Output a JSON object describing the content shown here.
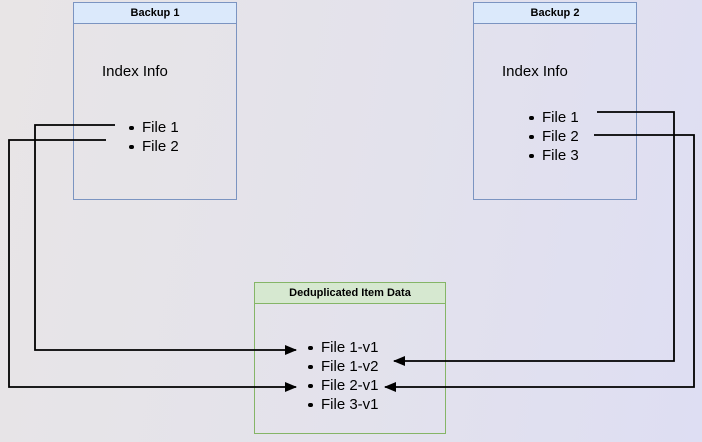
{
  "diagram": {
    "backup1": {
      "title": "Backup 1",
      "body_label": "Index Info",
      "items": [
        "File 1",
        "File 2"
      ]
    },
    "backup2": {
      "title": "Backup 2",
      "body_label": "Index Info",
      "items": [
        "File 1",
        "File 2",
        "File 3"
      ]
    },
    "dedup": {
      "title": "Deduplicated Item Data",
      "items": [
        "File 1-v1",
        "File 1-v2",
        "File 2-v1",
        "File 3-v1"
      ]
    },
    "arrows": [
      {
        "from": "Backup 1 / File 1",
        "to": "Deduplicated Item Data / File 1-v1"
      },
      {
        "from": "Backup 1 / File 2",
        "to": "Deduplicated Item Data / File 2-v1"
      },
      {
        "from": "Backup 2 / File 1",
        "to": "Deduplicated Item Data / File 1-v2"
      },
      {
        "from": "Backup 2 / File 2",
        "to": "Deduplicated Item Data / File 2-v1"
      }
    ],
    "colors": {
      "blue_header_fill": "#dbe9fb",
      "blue_border": "#7b94c1",
      "green_header_fill": "#d6e8d0",
      "green_border": "#85b567",
      "arrow": "#000000",
      "text": "#000000"
    }
  }
}
